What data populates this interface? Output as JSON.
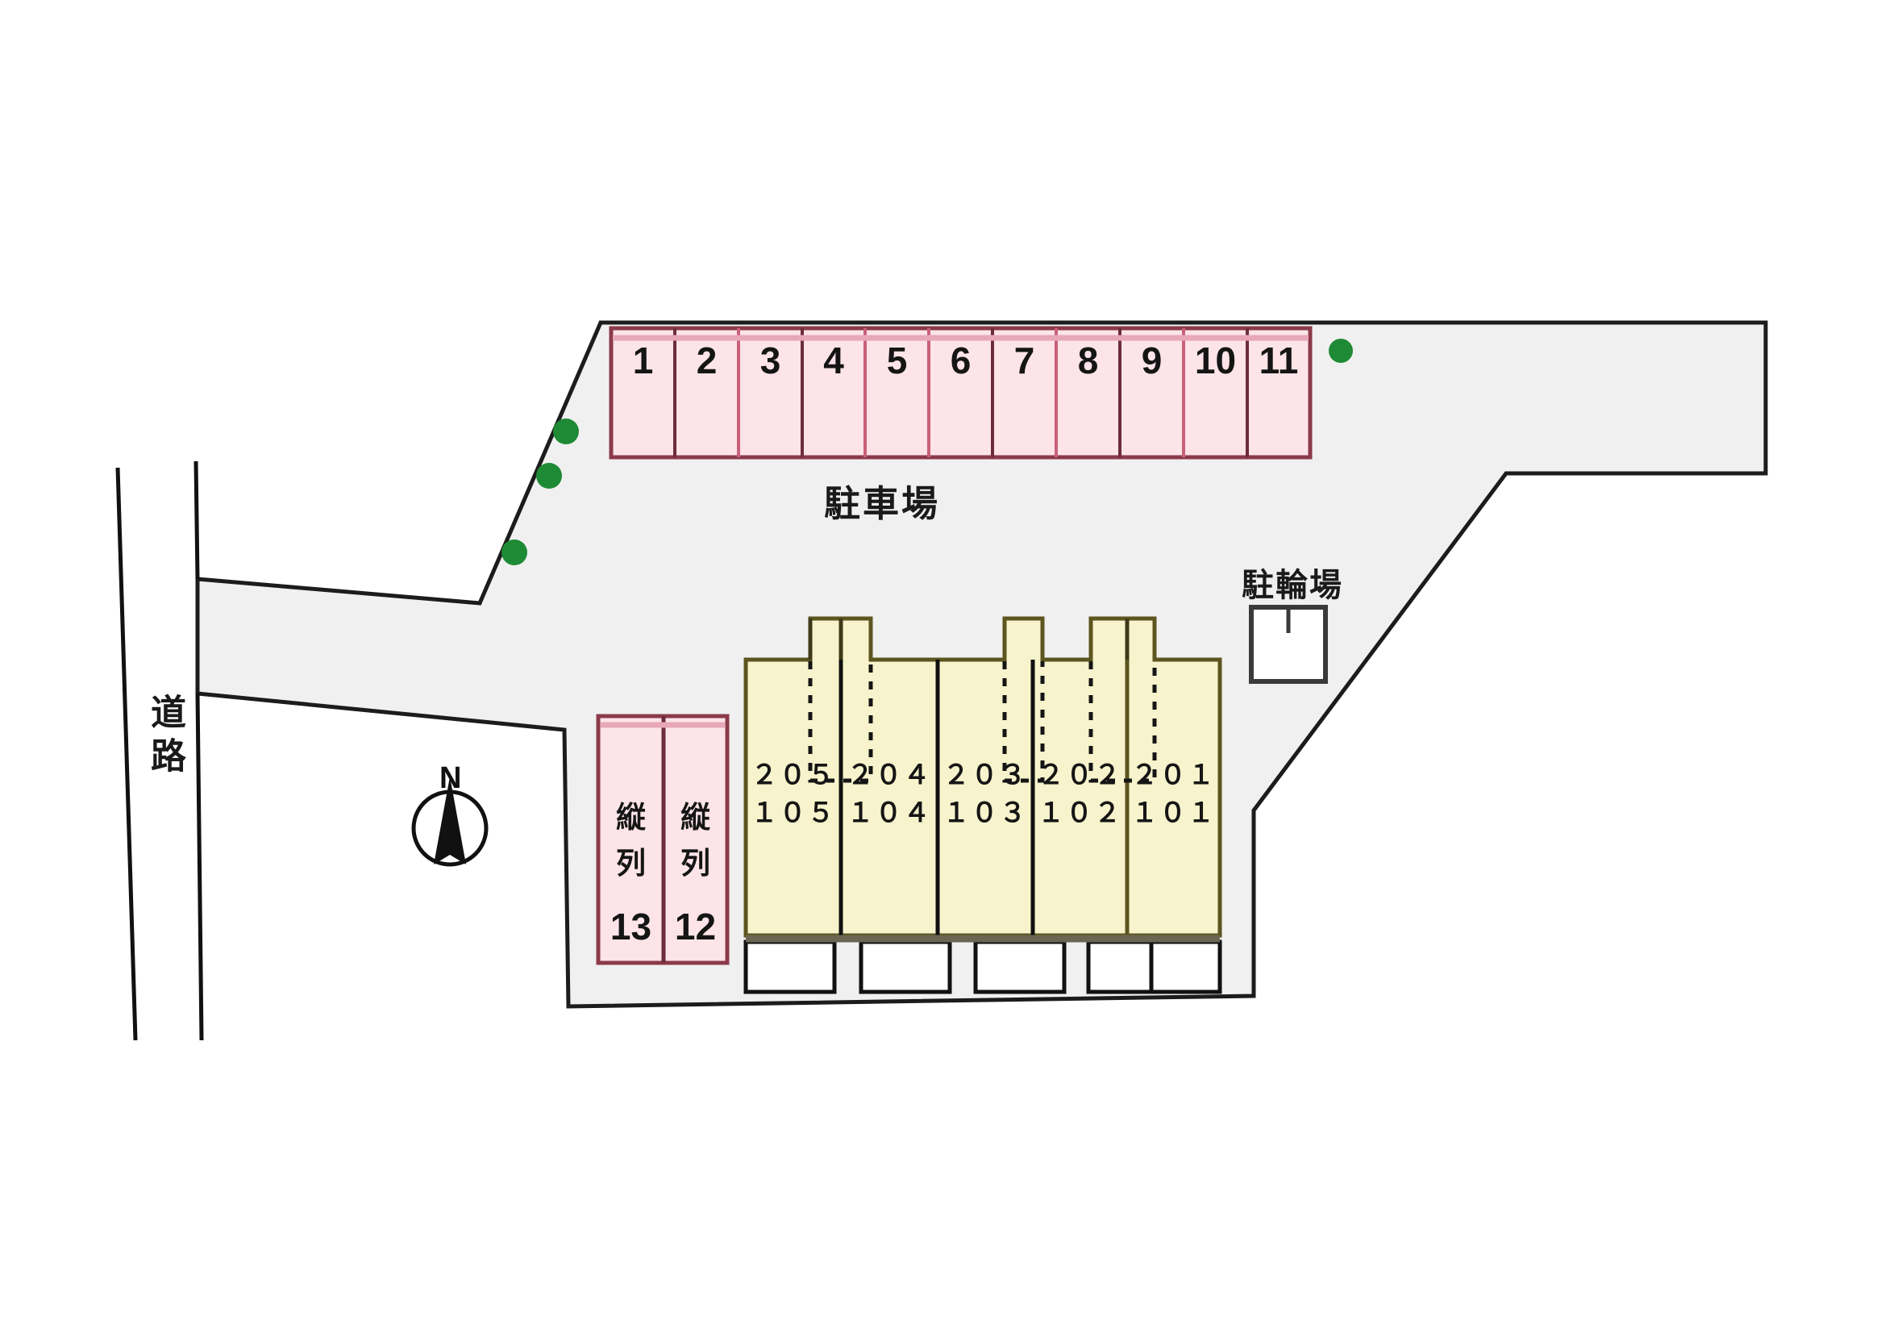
{
  "plan": {
    "title_visible": false,
    "colors": {
      "site_fill": "#f0f0f0",
      "site_stroke": "#1c1c1c",
      "parking_fill": "#fce4e8",
      "parking_stroke": "#8b3a4a",
      "parking_divider": "#c9607a",
      "building_fill": "#f7f3cc",
      "building_stroke": "#1c1c1c",
      "building_roof_stroke": "#5c551f",
      "tree_green": "#1e8a35",
      "balcony_fill": "#ffffff",
      "bike_box_fill": "#ffffff",
      "text": "#151515"
    }
  },
  "labels": {
    "road": "道路",
    "parking_lot": "駐車場",
    "bicycle_parking": "駐輪場",
    "compass_north": "N"
  },
  "parking_row": {
    "heading": "駐車場",
    "stalls": [
      {
        "number": "1"
      },
      {
        "number": "2"
      },
      {
        "number": "3"
      },
      {
        "number": "4"
      },
      {
        "number": "5"
      },
      {
        "number": "6"
      },
      {
        "number": "7"
      },
      {
        "number": "8"
      },
      {
        "number": "9"
      },
      {
        "number": "10"
      },
      {
        "number": "11"
      }
    ]
  },
  "tandem_parking": {
    "kanji_line1": "縦",
    "kanji_line2": "列",
    "stalls": [
      {
        "number": "13",
        "note": "縦列"
      },
      {
        "number": "12",
        "note": "縦列"
      }
    ]
  },
  "building": {
    "units": [
      {
        "upper": "２０５",
        "lower": "１０５"
      },
      {
        "upper": "２０４",
        "lower": "１０４"
      },
      {
        "upper": "２０３",
        "lower": "１０３"
      },
      {
        "upper": "２０２",
        "lower": "１０２"
      },
      {
        "upper": "２０１",
        "lower": "１０１"
      }
    ]
  },
  "trees": [
    {
      "id": "tree-1"
    },
    {
      "id": "tree-2"
    },
    {
      "id": "tree-3"
    },
    {
      "id": "tree-4"
    }
  ]
}
